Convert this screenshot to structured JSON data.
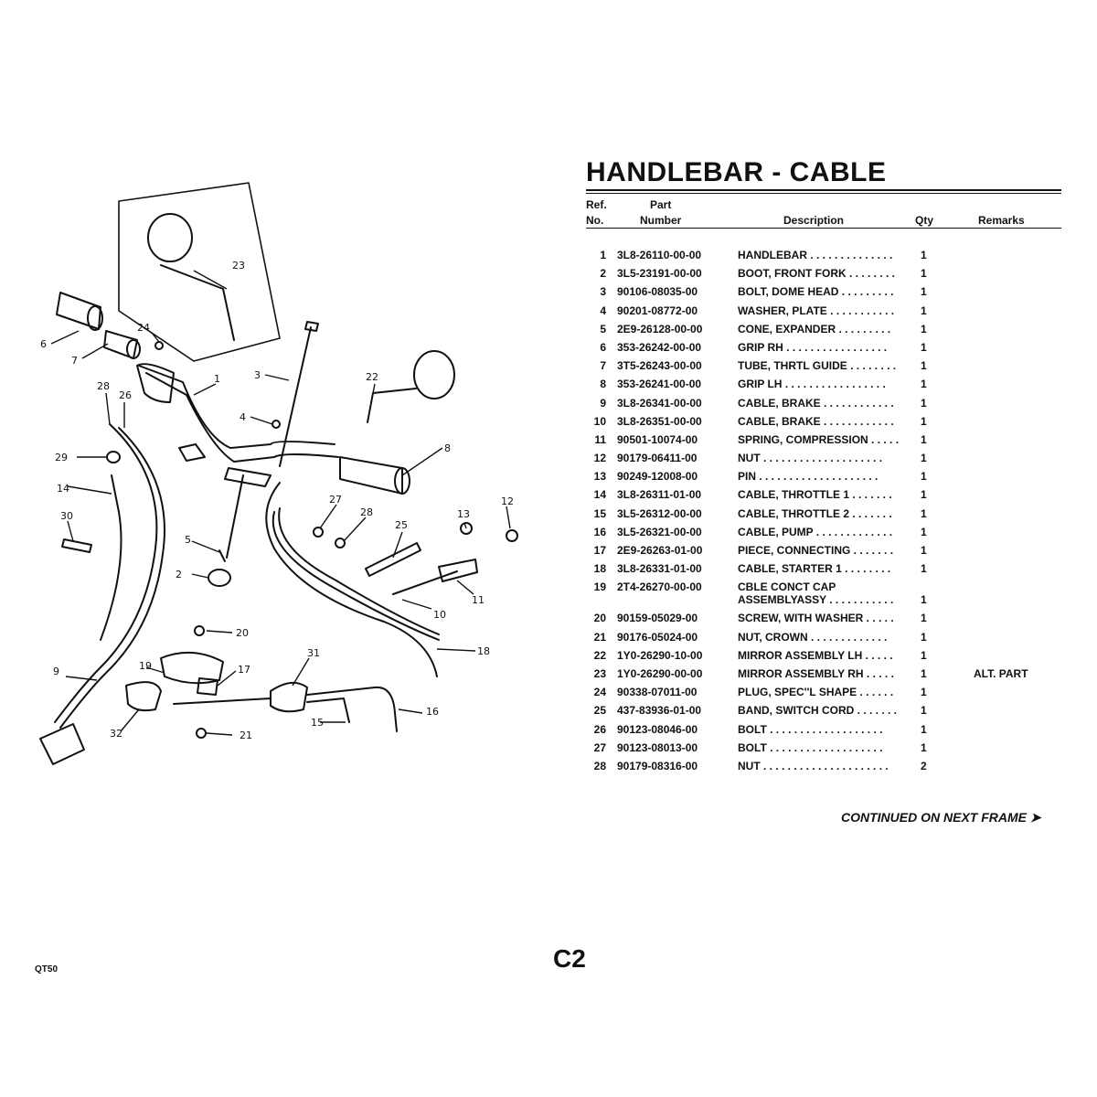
{
  "title": "HANDLEBAR - CABLE",
  "headers": {
    "ref_line1": "Ref.",
    "ref_line2": "No.",
    "part_line1": "Part",
    "part_line2": "Number",
    "description": "Description",
    "qty": "Qty",
    "remarks": "Remarks"
  },
  "parts": [
    {
      "ref": "1",
      "part": "3L8-26110-00-00",
      "desc": "HANDLEBAR  . . . . . . . . . . . . . .",
      "qty": "1",
      "remarks": ""
    },
    {
      "ref": "2",
      "part": "3L5-23191-00-00",
      "desc": "BOOT, FRONT FORK  . . . . . . . .",
      "qty": "1",
      "remarks": ""
    },
    {
      "ref": "3",
      "part": "90106-08035-00",
      "desc": "BOLT, DOME HEAD  . . . . . . . . .",
      "qty": "1",
      "remarks": ""
    },
    {
      "ref": "4",
      "part": "90201-08772-00",
      "desc": "WASHER, PLATE  . . . . . . . . . . .",
      "qty": "1",
      "remarks": ""
    },
    {
      "ref": "5",
      "part": "2E9-26128-00-00",
      "desc": "CONE, EXPANDER   . . . . . . . . .",
      "qty": "1",
      "remarks": ""
    },
    {
      "ref": "6",
      "part": "353-26242-00-00",
      "desc": "GRIP RH   . . . . . . . . . . . . . . . . .",
      "qty": "1",
      "remarks": ""
    },
    {
      "ref": "7",
      "part": "3T5-26243-00-00",
      "desc": "TUBE, THRTL GUIDE  . . . . . . . .",
      "qty": "1",
      "remarks": ""
    },
    {
      "ref": "8",
      "part": "353-26241-00-00",
      "desc": "GRIP LH   . . . . . . . . . . . . . . . . .",
      "qty": "1",
      "remarks": ""
    },
    {
      "ref": "9",
      "part": "3L8-26341-00-00",
      "desc": "CABLE, BRAKE  . . . . . . . . . . . .",
      "qty": "1",
      "remarks": ""
    },
    {
      "ref": "10",
      "part": "3L8-26351-00-00",
      "desc": "CABLE, BRAKE  . . . . . . . . . . . .",
      "qty": "1",
      "remarks": ""
    },
    {
      "ref": "11",
      "part": "90501-10074-00",
      "desc": "SPRING, COMPRESSION  . . . . .",
      "qty": "1",
      "remarks": ""
    },
    {
      "ref": "12",
      "part": "90179-06411-00",
      "desc": "NUT   . . . . . . . . . . . . . . . . . . . .",
      "qty": "1",
      "remarks": ""
    },
    {
      "ref": "13",
      "part": "90249-12008-00",
      "desc": "PIN    . . . . . . . . . . . . . . . . . . . .",
      "qty": "1",
      "remarks": ""
    },
    {
      "ref": "14",
      "part": "3L8-26311-01-00",
      "desc": "CABLE, THROTTLE 1    . . . . . . .",
      "qty": "1",
      "remarks": ""
    },
    {
      "ref": "15",
      "part": "3L5-26312-00-00",
      "desc": "CABLE, THROTTLE 2    . . . . . . .",
      "qty": "1",
      "remarks": ""
    },
    {
      "ref": "16",
      "part": "3L5-26321-00-00",
      "desc": "CABLE, PUMP  . . . . . . . . . . . . .",
      "qty": "1",
      "remarks": ""
    },
    {
      "ref": "17",
      "part": "2E9-26263-01-00",
      "desc": "PIECE, CONNECTING   . . . . . . .",
      "qty": "1",
      "remarks": ""
    },
    {
      "ref": "18",
      "part": "3L8-26331-01-00",
      "desc": "CABLE, STARTER 1    . . . . . . . .",
      "qty": "1",
      "remarks": ""
    },
    {
      "ref": "19",
      "part": "2T4-26270-00-00",
      "desc": "CBLE CONCT CAP",
      "desc2": "ASSEMBLYASSY  . . . . . . . . . . .",
      "qty": "1",
      "remarks": ""
    },
    {
      "ref": "20",
      "part": "90159-05029-00",
      "desc": "SCREW, WITH WASHER   . . . . .",
      "qty": "1",
      "remarks": ""
    },
    {
      "ref": "21",
      "part": "90176-05024-00",
      "desc": "NUT, CROWN   . . . . . . . . . . . . .",
      "qty": "1",
      "remarks": ""
    },
    {
      "ref": "22",
      "part": "1Y0-26290-10-00",
      "desc": "MIRROR ASSEMBLY LH   . . . . .",
      "qty": "1",
      "remarks": ""
    },
    {
      "ref": "23",
      "part": "1Y0-26290-00-00",
      "desc": "MIRROR ASSEMBLY RH   . . . . .",
      "qty": "1",
      "remarks": "ALT. PART"
    },
    {
      "ref": "24",
      "part": "90338-07011-00",
      "desc": "PLUG, SPEC''L SHAPE   . . . . . .",
      "qty": "1",
      "remarks": ""
    },
    {
      "ref": "25",
      "part": "437-83936-01-00",
      "desc": "BAND, SWITCH CORD  . . . . . . .",
      "qty": "1",
      "remarks": ""
    },
    {
      "ref": "26",
      "part": "90123-08046-00",
      "desc": "BOLT  . . . . . . . . . . . . . . . . . . .",
      "qty": "1",
      "remarks": ""
    },
    {
      "ref": "27",
      "part": "90123-08013-00",
      "desc": "BOLT  . . . . . . . . . . . . . . . . . . .",
      "qty": "1",
      "remarks": ""
    },
    {
      "ref": "28",
      "part": "90179-08316-00",
      "desc": "NUT  . . . . . . . . . . . . . . . . . . . . .",
      "qty": "2",
      "remarks": ""
    }
  ],
  "continued": "CONTINUED ON NEXT FRAME ➤",
  "page_number": "C2",
  "model": "QT50",
  "callouts": [
    "1",
    "2",
    "3",
    "4",
    "5",
    "6",
    "7",
    "8",
    "9",
    "10",
    "11",
    "12",
    "13",
    "14",
    "15",
    "16",
    "17",
    "18",
    "19",
    "20",
    "21",
    "22",
    "23",
    "24",
    "25",
    "26",
    "27",
    "28",
    "28",
    "29",
    "30",
    "31",
    "32"
  ]
}
